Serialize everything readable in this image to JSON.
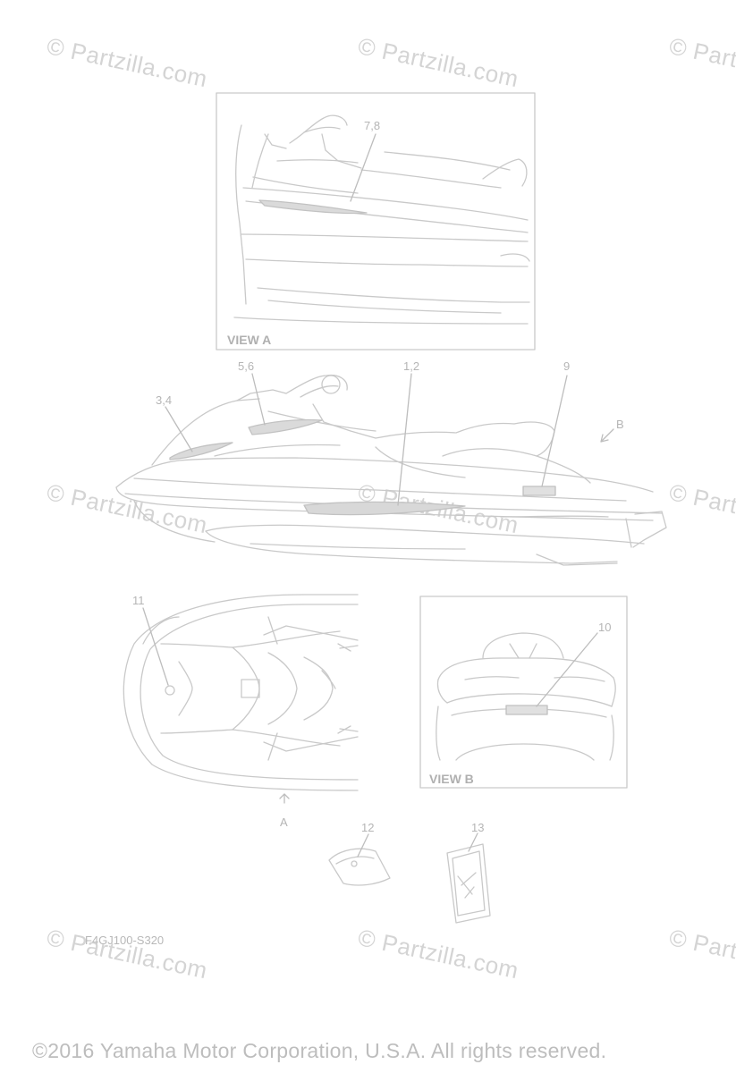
{
  "watermark": "© Partzilla.com",
  "views": {
    "a": "VIEW A",
    "b": "VIEW B"
  },
  "callouts": {
    "c78": "7,8",
    "c56": "5,6",
    "c12": "1,2",
    "c34": "3,4",
    "c9": "9",
    "cB": "B",
    "c11": "11",
    "c10": "10",
    "cA": "A",
    "c12b": "12",
    "c13": "13"
  },
  "diagram_code": "F4GJ100-S320",
  "copyright": "©2016 Yamaha Motor Corporation, U.S.A. All rights reserved."
}
